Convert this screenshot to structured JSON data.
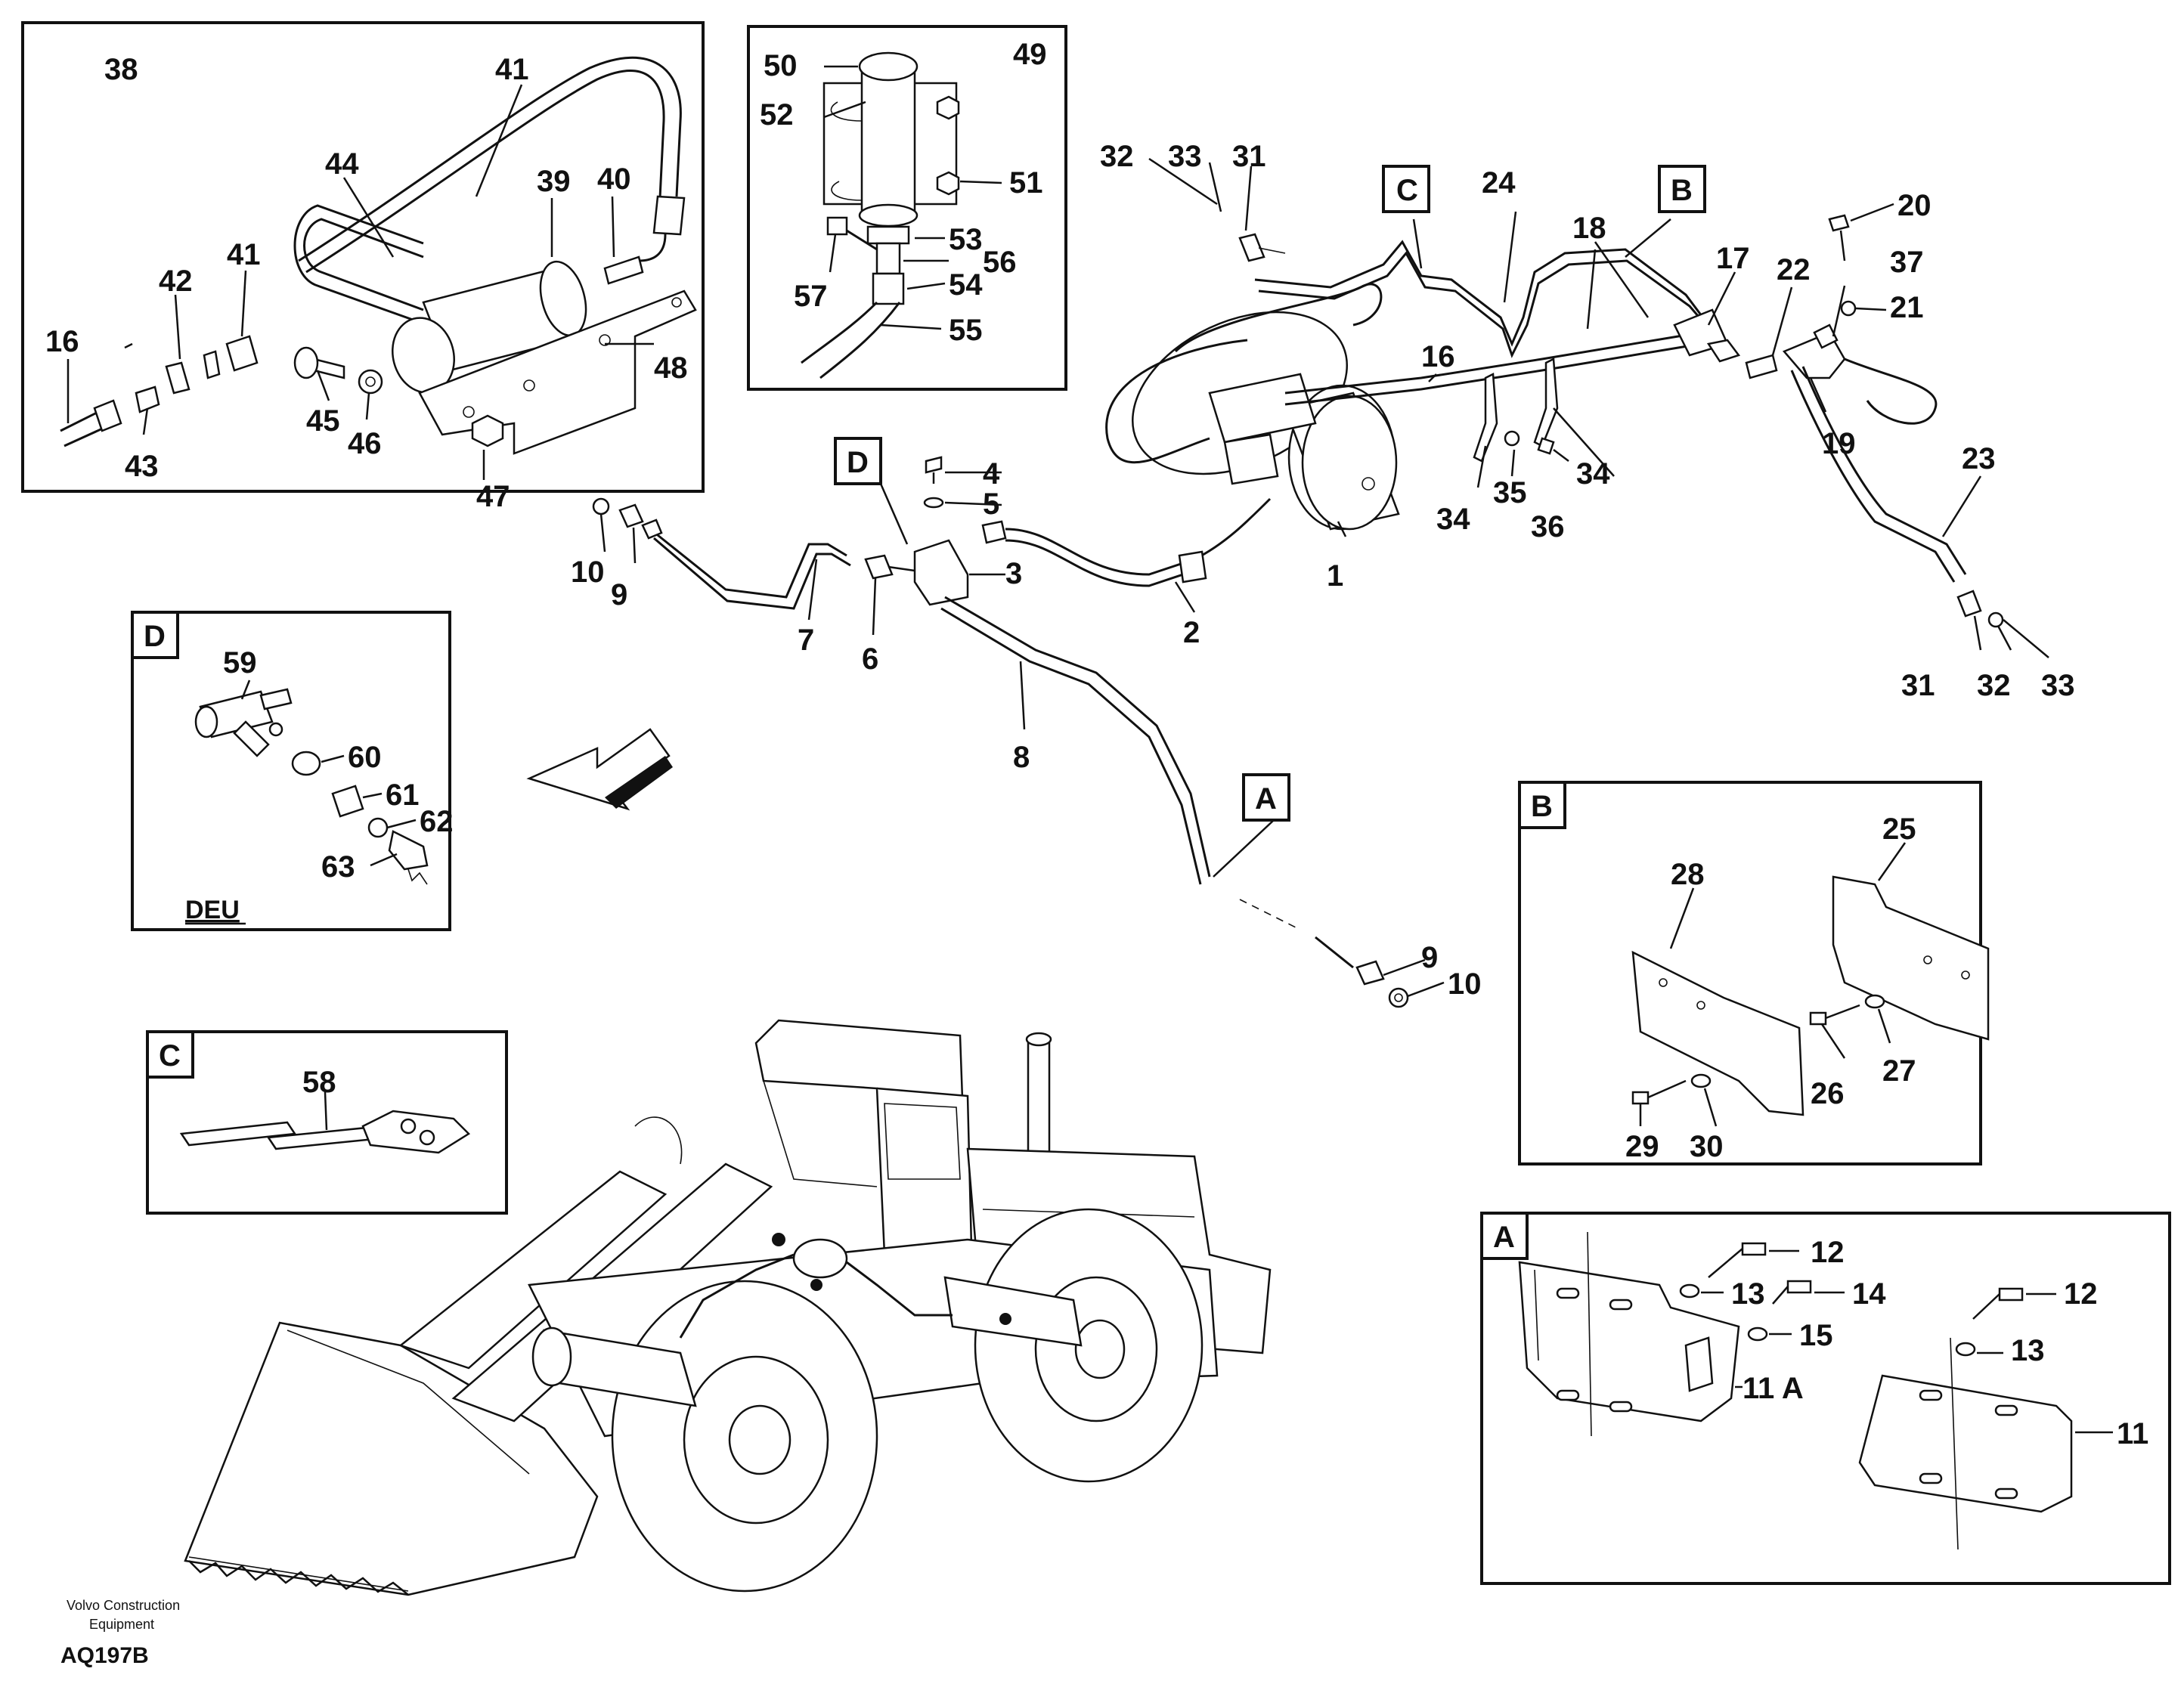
{
  "inset_38": {
    "labels": [
      "38",
      "41",
      "44",
      "39",
      "40",
      "42",
      "41",
      "16",
      "43",
      "45",
      "46",
      "47",
      "48"
    ]
  },
  "inset_49": {
    "labels": [
      "50",
      "49",
      "52",
      "51",
      "53",
      "56",
      "57",
      "54",
      "55"
    ]
  },
  "inset_D": {
    "tag": "D",
    "labels": [
      "59",
      "60",
      "61",
      "62",
      "63"
    ],
    "variant": "DEU"
  },
  "inset_C": {
    "tag": "C",
    "labels": [
      "58"
    ]
  },
  "inset_B": {
    "tag": "B",
    "labels": [
      "25",
      "28",
      "26",
      "27",
      "29",
      "30"
    ]
  },
  "inset_A": {
    "tag": "A",
    "labels": [
      "12",
      "13",
      "14",
      "15",
      "11 A",
      "12",
      "13",
      "11"
    ]
  },
  "main": {
    "tags": [
      "C",
      "B",
      "D",
      "A"
    ],
    "labels": [
      "32",
      "33",
      "31",
      "24",
      "18",
      "20",
      "37",
      "17",
      "22",
      "21",
      "16",
      "19",
      "34",
      "35",
      "34",
      "36",
      "1",
      "23",
      "31",
      "32",
      "33",
      "4",
      "5",
      "3",
      "10",
      "9",
      "7",
      "6",
      "2",
      "8",
      "9",
      "10"
    ]
  },
  "footer": {
    "company_line1": "Volvo Construction",
    "company_line2": "Equipment",
    "code": "AQ197B"
  },
  "icons": [
    "direction-arrow-icon"
  ]
}
